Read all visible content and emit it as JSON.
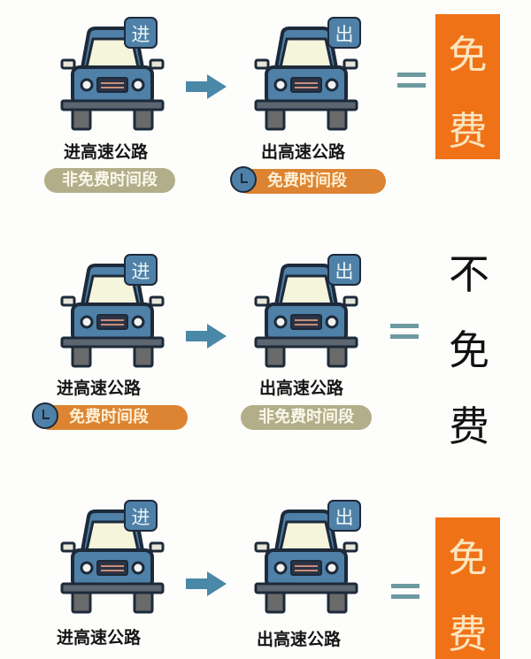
{
  "colors": {
    "car_body": "#4f80a8",
    "car_outline": "#1d2a3a",
    "windshield": "#f5f5dc",
    "arrow": "#4a88a8",
    "equals": "#6d9aa0",
    "free_box": "#f07217",
    "free_box_text": "#fbe6c0",
    "pill_gray": "#b2ae8a",
    "pill_orange": "#dd8432"
  },
  "rows": [
    {
      "entry": {
        "badge": "进",
        "label": "进高速公路",
        "period": "非免费时间段",
        "period_type": "non-free",
        "clock_icon": false
      },
      "exit": {
        "badge": "出",
        "label": "出高速公路",
        "period": "免费时间段",
        "period_type": "free",
        "clock_icon": true
      },
      "result": {
        "text": [
          "免",
          "费"
        ],
        "style": "orange-box"
      }
    },
    {
      "entry": {
        "badge": "进",
        "label": "进高速公路",
        "period": "免费时间段",
        "period_type": "free",
        "clock_icon": true
      },
      "exit": {
        "badge": "出",
        "label": "出高速公路",
        "period": "非免费时间段",
        "period_type": "non-free",
        "clock_icon": false
      },
      "result": {
        "text": [
          "不",
          "免",
          "费"
        ],
        "style": "plain"
      }
    },
    {
      "entry": {
        "badge": "进",
        "label": "进高速公路"
      },
      "exit": {
        "badge": "出",
        "label": "出高速公路"
      },
      "result": {
        "text": [
          "免",
          "费"
        ],
        "style": "orange-box"
      }
    }
  ]
}
